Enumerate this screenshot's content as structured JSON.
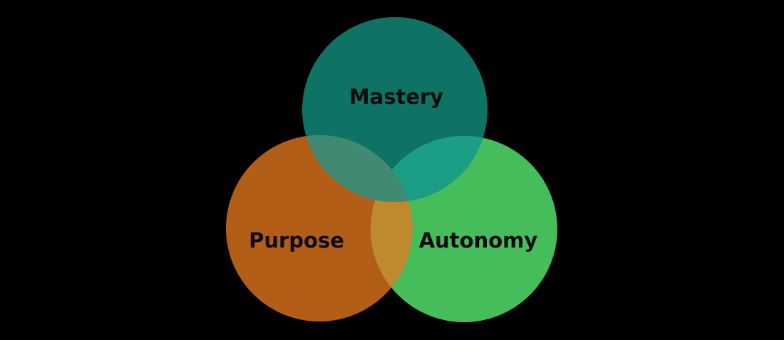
{
  "diagram": {
    "type": "venn",
    "background": "#000000",
    "sets": [
      {
        "id": "mastery",
        "label": "Mastery",
        "color": "#0E7364"
      },
      {
        "id": "purpose",
        "label": "Purpose",
        "color": "#B35E17"
      },
      {
        "id": "autonomy",
        "label": "Autonomy",
        "color": "#46BD5B"
      }
    ],
    "overlaps": {
      "mastery_purpose": "#3F8A70",
      "mastery_autonomy": "#1C9E86",
      "purpose_autonomy": "#BF8A2D",
      "all": "#3F8A70"
    }
  }
}
